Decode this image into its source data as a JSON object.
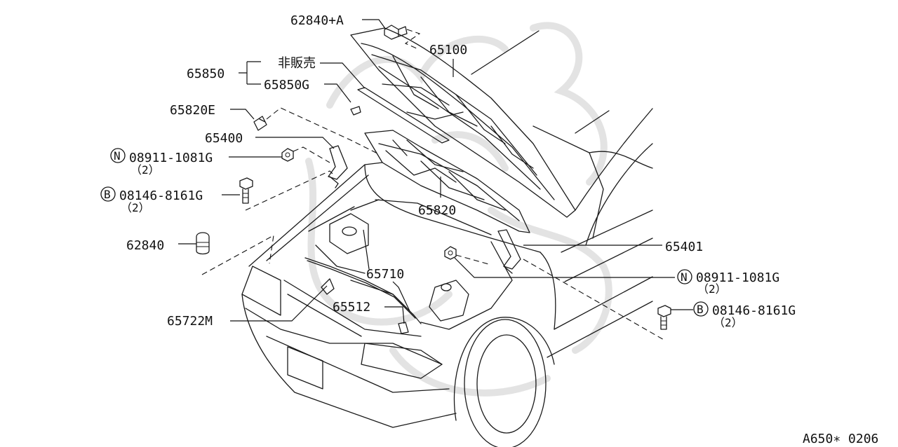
{
  "watermark_icon": "dragon-emblem",
  "diagram_code": "A650∗ 0206",
  "callouts": {
    "p62840a": "62840+A",
    "p65100": "65100",
    "p65850": "65850",
    "not_for_sale": "非販売",
    "p65850g": "65850G",
    "p65820e": "65820E",
    "p65400": "65400",
    "nut_left": {
      "badge": "N",
      "part": "08911-1081G",
      "qty": "（2）"
    },
    "bolt_left": {
      "badge": "B",
      "part": "08146-8161G",
      "qty": "（2）"
    },
    "p65820": "65820",
    "p62840": "62840",
    "p65401": "65401",
    "p65710": "65710",
    "nut_right": {
      "badge": "N",
      "part": "08911-1081G",
      "qty": "（2）"
    },
    "p65512": "65512",
    "bolt_right": {
      "badge": "B",
      "part": "08146-8161G",
      "qty": "（2）"
    },
    "p65722m": "65722M"
  }
}
